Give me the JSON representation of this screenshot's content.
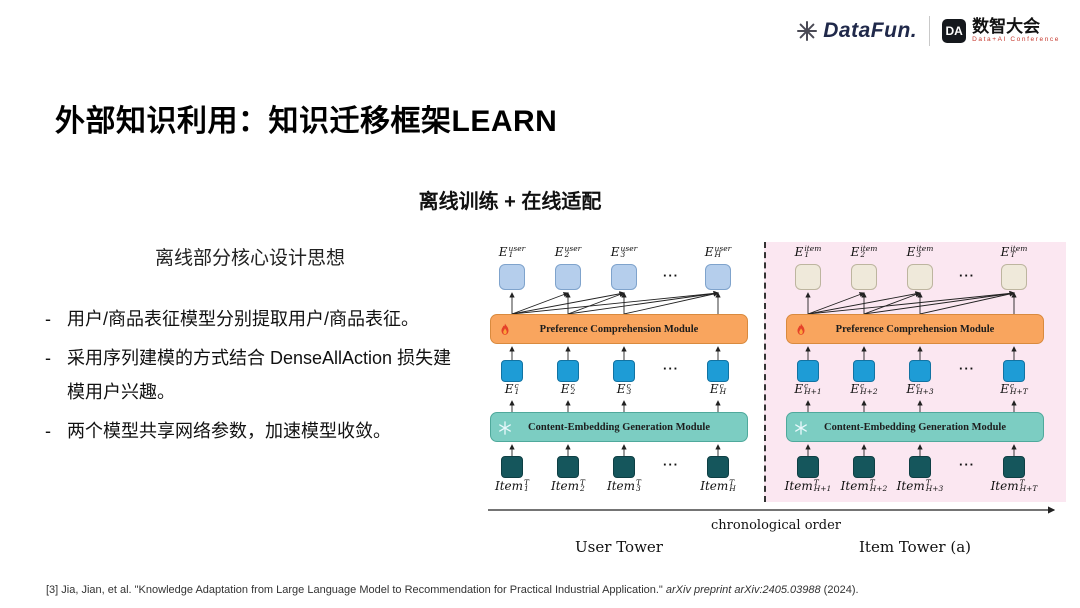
{
  "header": {
    "logo_datafun": "DataFun.",
    "logo_da_badge": "DA",
    "logo_da_text": "数智大会",
    "logo_da_sub": "Data+AI Conference"
  },
  "title": "外部知识利用：知识迁移框架LEARN",
  "subtitle": "离线训练 + 在线适配",
  "left_panel": {
    "heading": "离线部分核心设计思想",
    "bullets": [
      {
        "marker": "-",
        "text": "用户/商品表征模型分别提取用户/商品表征。"
      },
      {
        "marker": "-",
        "text": "采用序列建模的方式结合 DenseAllAction 损失建模用户兴趣。"
      },
      {
        "marker": "-",
        "text": "两个模型共享网络参数，加速模型收敛。"
      }
    ]
  },
  "diagram": {
    "dots": "···",
    "axis_label": "chronological order",
    "user_tower": {
      "label": "User Tower",
      "module_top": "Preference Comprehension Module",
      "module_bottom": "Content-Embedding Generation Module",
      "top_labels": [
        {
          "b": "E",
          "sub": "1",
          "sup": "user"
        },
        {
          "b": "E",
          "sub": "2",
          "sup": "user"
        },
        {
          "b": "E",
          "sub": "3",
          "sup": "user"
        },
        {
          "b": "E",
          "sub": "H",
          "sup": "user"
        }
      ],
      "mid_labels": [
        {
          "b": "E",
          "sub": "1",
          "sup": "c"
        },
        {
          "b": "E",
          "sub": "2",
          "sup": "c"
        },
        {
          "b": "E",
          "sub": "3",
          "sup": "c"
        },
        {
          "b": "E",
          "sub": "H",
          "sup": "c"
        }
      ],
      "item_labels": [
        {
          "b": "Item",
          "sub": "1",
          "sup": "T"
        },
        {
          "b": "Item",
          "sub": "2",
          "sup": "T"
        },
        {
          "b": "Item",
          "sub": "3",
          "sup": "T"
        },
        {
          "b": "Item",
          "sub": "H",
          "sup": "T"
        }
      ]
    },
    "item_tower": {
      "label": "Item Tower (a)",
      "module_top": "Preference Comprehension Module",
      "module_bottom": "Content-Embedding Generation Module",
      "top_labels": [
        {
          "b": "E",
          "sub": "1",
          "sup": "item"
        },
        {
          "b": "E",
          "sub": "2",
          "sup": "item"
        },
        {
          "b": "E",
          "sub": "3",
          "sup": "item"
        },
        {
          "b": "E",
          "sub": "T",
          "sup": "item"
        }
      ],
      "mid_labels": [
        {
          "b": "E",
          "sub": "H+1",
          "sup": "c"
        },
        {
          "b": "E",
          "sub": "H+2",
          "sup": "c"
        },
        {
          "b": "E",
          "sub": "H+3",
          "sup": "c"
        },
        {
          "b": "E",
          "sub": "H+T",
          "sup": "c"
        }
      ],
      "item_labels": [
        {
          "b": "Item",
          "sub": "H+1",
          "sup": "T"
        },
        {
          "b": "Item",
          "sub": "H+2",
          "sup": "T"
        },
        {
          "b": "Item",
          "sub": "H+3",
          "sup": "T"
        },
        {
          "b": "Item",
          "sub": "H+T",
          "sup": "T"
        }
      ]
    }
  },
  "footer": {
    "citation_normal": "[3] Jia, Jian, et al. \"Knowledge Adaptation from Large Language Model to Recommendation for Practical Industrial Application.\" ",
    "citation_italic": "arXiv preprint arXiv:2405.03988",
    "citation_end": " (2024)."
  },
  "colors": {
    "module_top": "#F9A55E",
    "module_bottom": "#7CCDC2",
    "embedding_box": "#1E9CD6",
    "item_token_box": "#15565C",
    "user_top_box": "#B5CEEC",
    "item_top_box": "#EFE9DA",
    "item_tower_bg": "#FBE7F1",
    "da_sub_red": "#C6392E",
    "datafun_navy": "#20294A"
  }
}
